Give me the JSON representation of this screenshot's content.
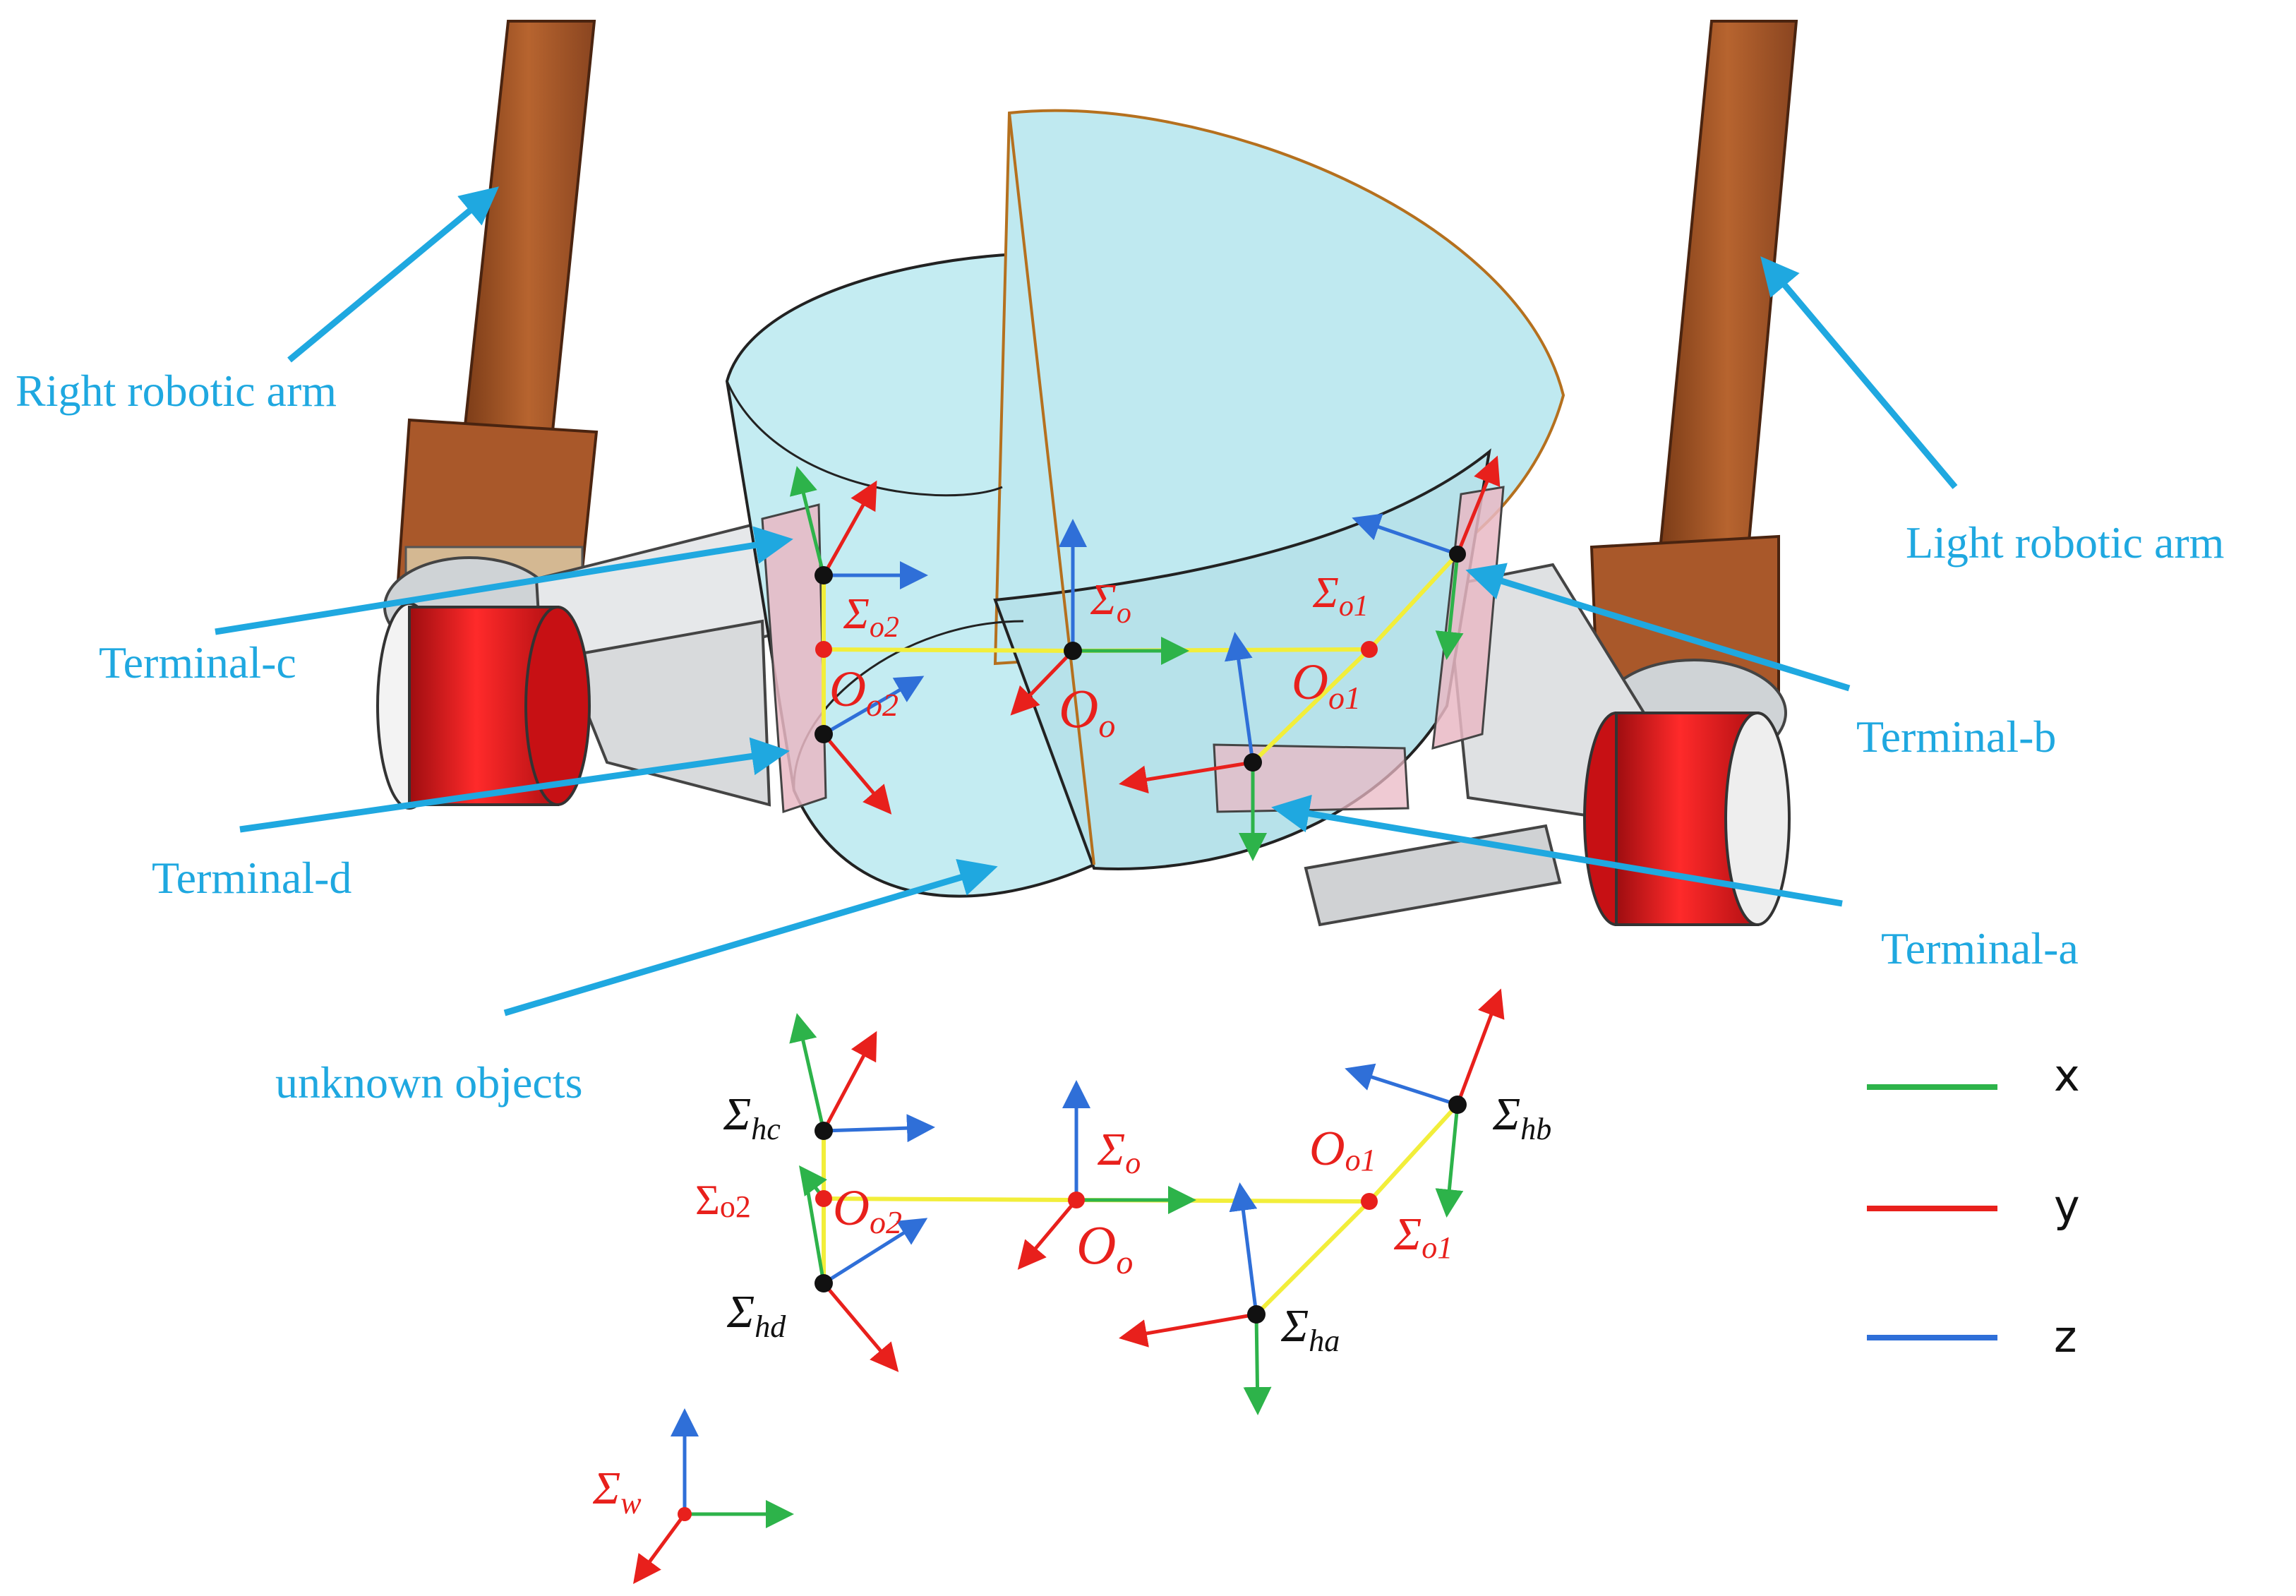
{
  "colors": {
    "x_axis": "#2db34a",
    "y_axis": "#e8201c",
    "z_axis": "#2f6fd8",
    "link": "#f2ee3a",
    "pointer": "#1fa8e0",
    "object_fill": "#bfeaf0",
    "arm": "#a9582a",
    "motor": "#e1141a"
  },
  "callouts": {
    "right_arm": "Right robotic arm",
    "light_arm": "Light robotic arm",
    "terminal_a": "Terminal-a",
    "terminal_b": "Terminal-b",
    "terminal_c": "Terminal-c",
    "terminal_d": "Terminal-d",
    "objects": "unknown objects"
  },
  "scene_labels": {
    "sigma_o2": {
      "sym": "Σ",
      "sub": "o2"
    },
    "sigma_o": {
      "sym": "Σ",
      "sub": "o"
    },
    "sigma_o1": {
      "sym": "Σ",
      "sub": "o1"
    },
    "O_o2": {
      "sym": "O",
      "sub": "o2"
    },
    "O_o": {
      "sym": "O",
      "sub": "o"
    },
    "O_o1": {
      "sym": "O",
      "sub": "o1"
    }
  },
  "schematic_labels": {
    "sigma_hc": {
      "sym": "Σ",
      "sub": "hc"
    },
    "sigma_hd": {
      "sym": "Σ",
      "sub": "hd"
    },
    "sigma_hb": {
      "sym": "Σ",
      "sub": "hb"
    },
    "sigma_ha": {
      "sym": "Σ",
      "sub": "ha"
    },
    "sigma_o2": {
      "sym": "Σ",
      "sub": "o2"
    },
    "sigma_o": {
      "sym": "Σ",
      "sub": "o"
    },
    "sigma_o1": {
      "sym": "Σ",
      "sub": "o1"
    },
    "O_o2": {
      "sym": "O",
      "sub": "o2"
    },
    "O_o": {
      "sym": "O",
      "sub": "o"
    },
    "O_o1": {
      "sym": "O",
      "sub": "o1"
    },
    "sigma_w": {
      "sym": "Σ",
      "sub": "w"
    }
  },
  "legend": [
    {
      "label": "x",
      "color": "#2db34a"
    },
    {
      "label": "y",
      "color": "#e8201c"
    },
    {
      "label": "z",
      "color": "#2f6fd8"
    }
  ]
}
